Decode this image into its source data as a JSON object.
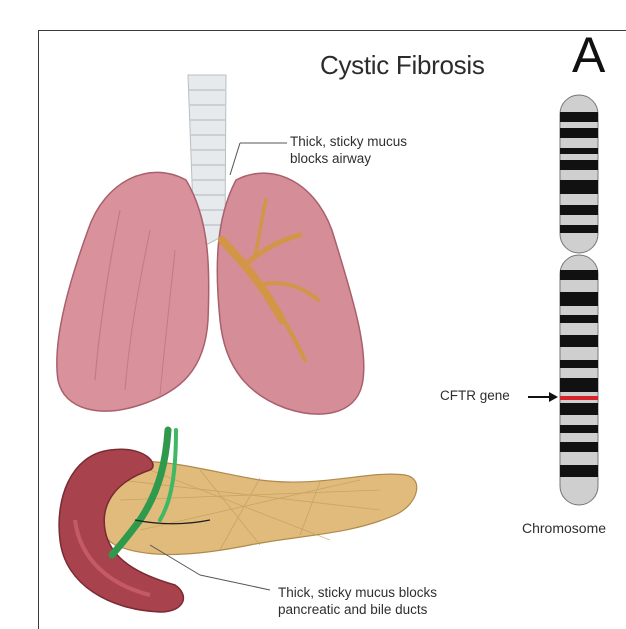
{
  "figure": {
    "title": "Cystic Fibrosis",
    "panel_letter": "A",
    "airway_caption_line1": "Thick, sticky mucus",
    "airway_caption_line2": "blocks airway",
    "ducts_caption_line1": "Thick, sticky mucus blocks",
    "ducts_caption_line2": "pancreatic and bile ducts",
    "gene_label": "CFTR gene",
    "chromosome_label": "Chromosome"
  },
  "colors": {
    "lung_fill": "#d9909a",
    "lung_shade": "#b86a76",
    "trachea": "#e8ecee",
    "mucus": "#d79a4c",
    "pancreas": "#e2bd7c",
    "duodenum": "#a8424c",
    "bile_duct": "#3aa85a",
    "chrom_dark": "#111111",
    "chrom_light": "#cfcfcf",
    "cftr_band": "#d8232a"
  }
}
